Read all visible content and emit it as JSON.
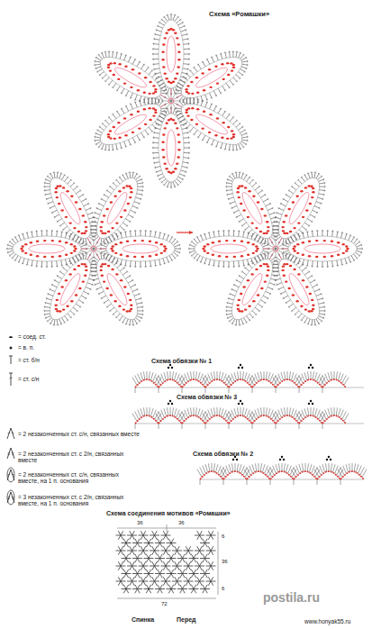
{
  "diagram": {
    "title": "Схема «Ромашки»",
    "labels": [
      "Схема обвязки № 1",
      "Схема обвязки № 3",
      "Схема обвязки № 2",
      "Схема соединения мотивов «Ромашки»",
      "36",
      "36",
      "6",
      "36",
      "6",
      "72",
      "Спинка",
      "Перед",
      "www.honyak55.ru",
      "postila.ru"
    ],
    "legend": [
      {
        "text": "= соед. ст."
      },
      {
        "text": "= в. п."
      },
      {
        "text": "= ст. б/н"
      },
      {
        "text": "= ст. с/н"
      },
      {
        "text": "= 2 незаконченных ст. с/н, связанных вместе"
      },
      {
        "text": "= 2 незаконченных ст. с 2/н, связанных вместе"
      },
      {
        "text": "= 2 незаконченных ст. с/н, связанных вместе, на 1 п. основания"
      },
      {
        "text": "= 3 незаконченных ст. с 2/н, связанных вместе, на 1 п. основания"
      }
    ]
  }
}
